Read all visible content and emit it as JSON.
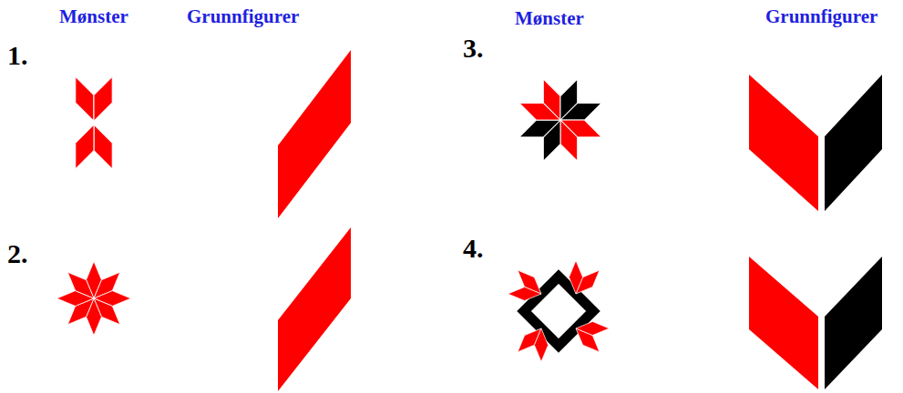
{
  "diagram": {
    "labels": [
      "Mønster",
      "Grunnfigurer",
      "Mønster",
      "Grunnfigurer",
      "1.",
      "3.",
      "2.",
      "4."
    ]
  }
}
